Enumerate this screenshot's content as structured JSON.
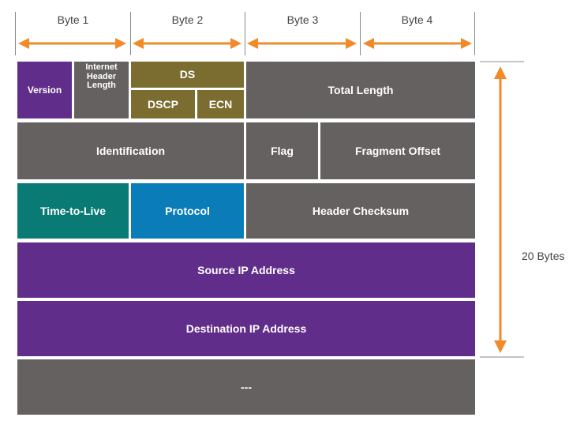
{
  "header": {
    "bytes": [
      "Byte 1",
      "Byte 2",
      "Byte 3",
      "Byte 4"
    ]
  },
  "fields": {
    "version": "Version",
    "ihl": "Internet Header Length",
    "ds": "DS",
    "dscp": "DSCP",
    "ecn": "ECN",
    "total_length": "Total Length",
    "identification": "Identification",
    "flag": "Flag",
    "fragment_offset": "Fragment Offset",
    "ttl": "Time-to-Live",
    "protocol": "Protocol",
    "header_checksum": "Header Checksum",
    "source_ip": "Source IP Address",
    "destination_ip": "Destination IP Address",
    "options": "---"
  },
  "side": {
    "label": "20 Bytes"
  },
  "colors": {
    "gray": "#666161",
    "purple": "#612d8a",
    "olive": "#7b6d2f",
    "teal": "#0a7b74",
    "blue": "#0a7db9",
    "arrow": "#f28a2a"
  }
}
